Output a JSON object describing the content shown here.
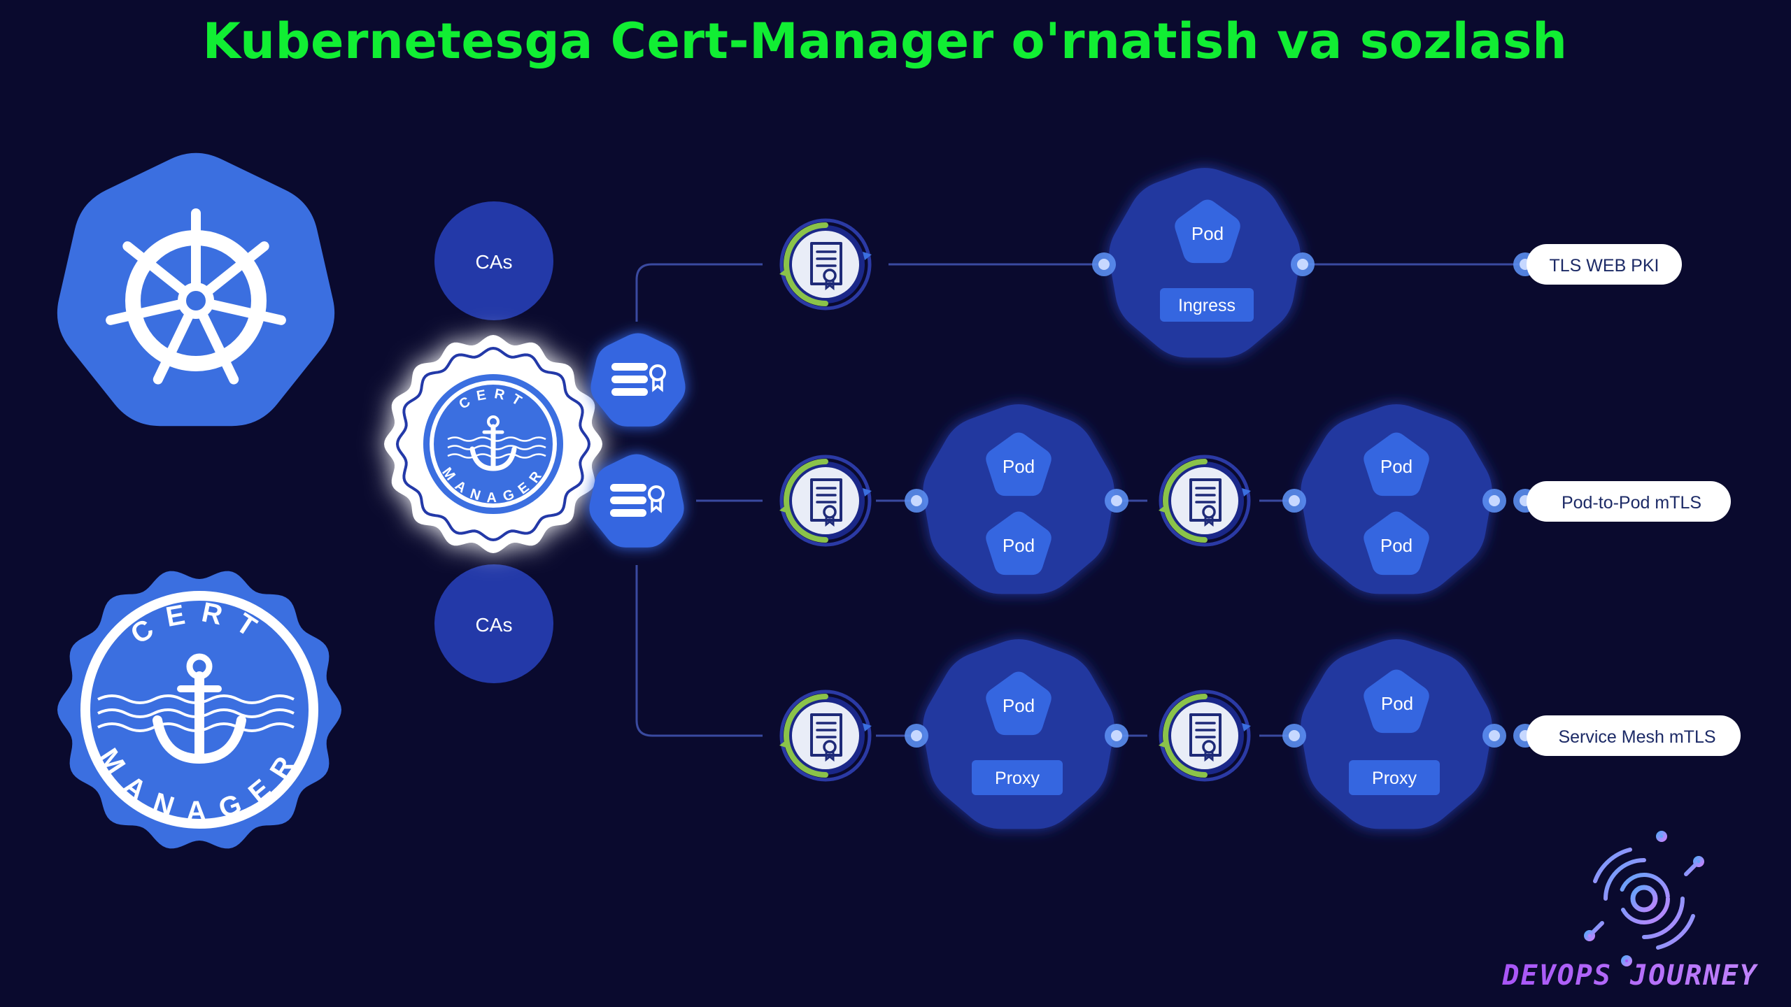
{
  "title": "Kubernetesga Cert-Manager o'rnatish va sozlash",
  "colors": {
    "background": "#0a0a2e",
    "title": "#11ee33",
    "primary_blue": "#3b6fe0",
    "dark_blue": "#2339a8",
    "node_blue": "#23399f",
    "pod_blue": "#3566e0",
    "accent_green": "#8bc34a",
    "line": "#3a4aa0",
    "label_bg": "#ffffff",
    "brand_purple": "#a855f7"
  },
  "logos": {
    "kubernetes": {
      "icon": "helm-wheel-icon"
    },
    "cert_manager": {
      "top_text": "CERT",
      "bottom_text": "MANAGER",
      "icon": "anchor-icon"
    }
  },
  "issuer": {
    "ca_top": "CAs",
    "ca_bottom": "CAs",
    "center_top_text": "CERT",
    "center_bottom_text": "MANAGER",
    "issuer_icons": [
      "certificate-list-icon",
      "certificate-list-icon"
    ]
  },
  "flows": [
    {
      "id": "tls-web-pki",
      "label": "TLS WEB PKI",
      "nodes": [
        {
          "pod": "Pod",
          "sub": "Ingress"
        }
      ]
    },
    {
      "id": "pod-to-pod-mtls",
      "label": "Pod-to-Pod mTLS",
      "nodes": [
        {
          "pod": "Pod",
          "pod2": "Pod"
        },
        {
          "pod": "Pod",
          "pod2": "Pod"
        }
      ]
    },
    {
      "id": "service-mesh-mtls",
      "label": "Service Mesh mTLS",
      "nodes": [
        {
          "pod": "Pod",
          "sub": "Proxy"
        },
        {
          "pod": "Pod",
          "sub": "Proxy"
        }
      ]
    }
  ],
  "brand": {
    "text": "DEVOPS JOURNEY",
    "icon": "circuit-logo-icon"
  }
}
